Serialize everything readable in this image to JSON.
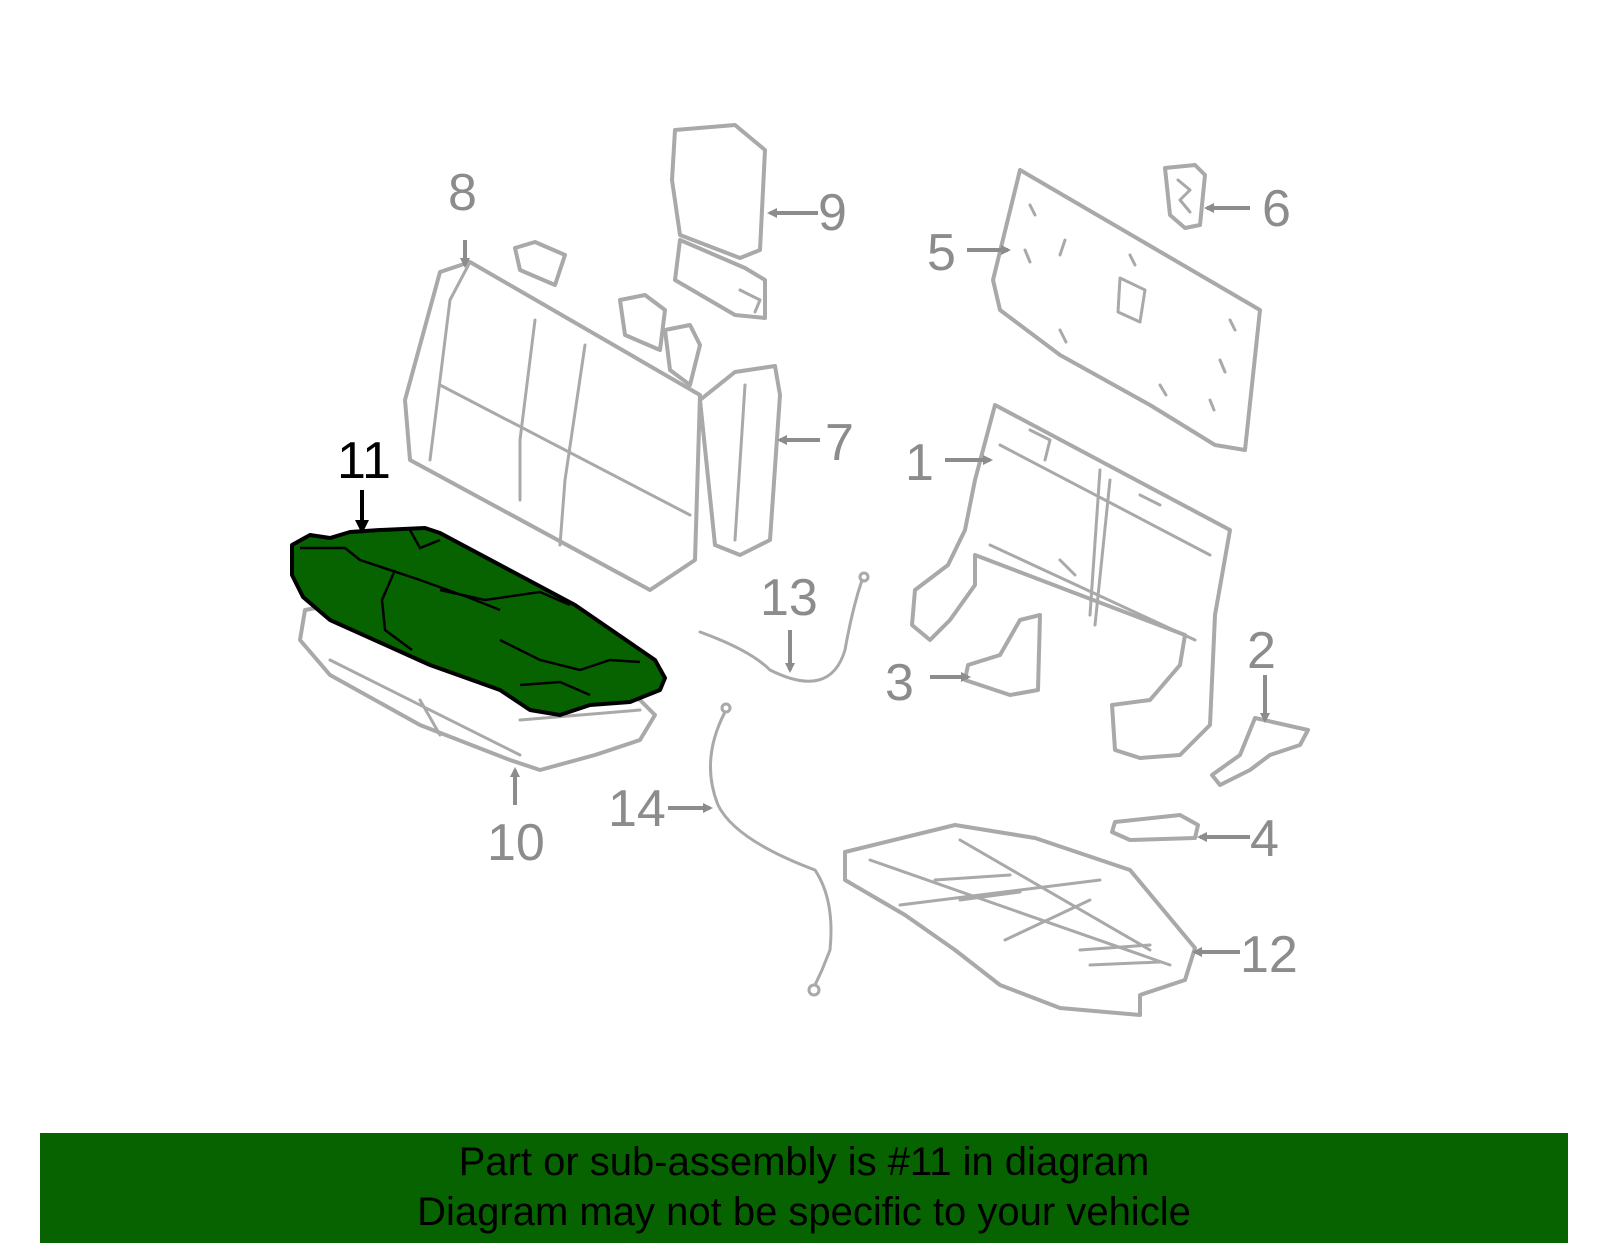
{
  "colors": {
    "highlight": "#076300",
    "parts": "#a9a9a9",
    "labels": "#8c8c8c",
    "banner": "#076300"
  },
  "callouts": {
    "c1": "1",
    "c2": "2",
    "c3": "3",
    "c4": "4",
    "c5": "5",
    "c6": "6",
    "c7": "7",
    "c8": "8",
    "c9": "9",
    "c10": "10",
    "c11": "11",
    "c12": "12",
    "c13": "13",
    "c14": "14"
  },
  "highlighted_callout": "11",
  "banner": {
    "line1": "Part or sub-assembly is #11 in diagram",
    "line2": "Diagram may not be specific to your vehicle"
  }
}
